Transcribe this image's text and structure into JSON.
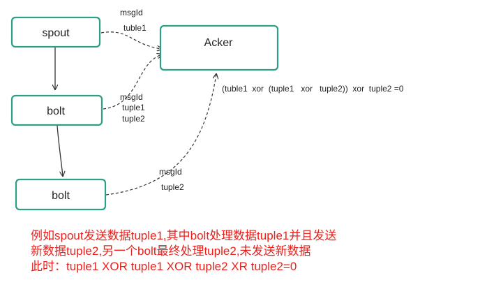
{
  "nodes": {
    "spout": "spout",
    "bolt_top": "bolt",
    "bolt_bottom": "bolt",
    "acker": "Acker"
  },
  "edge_labels": {
    "spout_to_acker": {
      "line1": "msgId",
      "line2": "tuble1"
    },
    "bolt_top_to_acker": {
      "line1": "msgId",
      "line2": "tuple1",
      "line3": "tuple2"
    },
    "bolt_bottom_to_acker": {
      "line1": "msgId",
      "line2": "tuple2"
    }
  },
  "acker_formula": "(tuble1  xor  (tuple1   xor   tuple2))  xor  tuple2 =0",
  "caption": {
    "line1": "例如spout发送数据tuple1,其中bolt处理数据tuple1并且发送",
    "line2": "新数据tuple2,另一个bolt最终处理tuple2,未发送新数据",
    "line3": "此时：tuple1 XOR tuple1 XOR tuple2 XR tuple2=0"
  },
  "colors": {
    "node_border": "#2e9e86",
    "caption_text": "#e8211c",
    "arrow": "#333333"
  }
}
